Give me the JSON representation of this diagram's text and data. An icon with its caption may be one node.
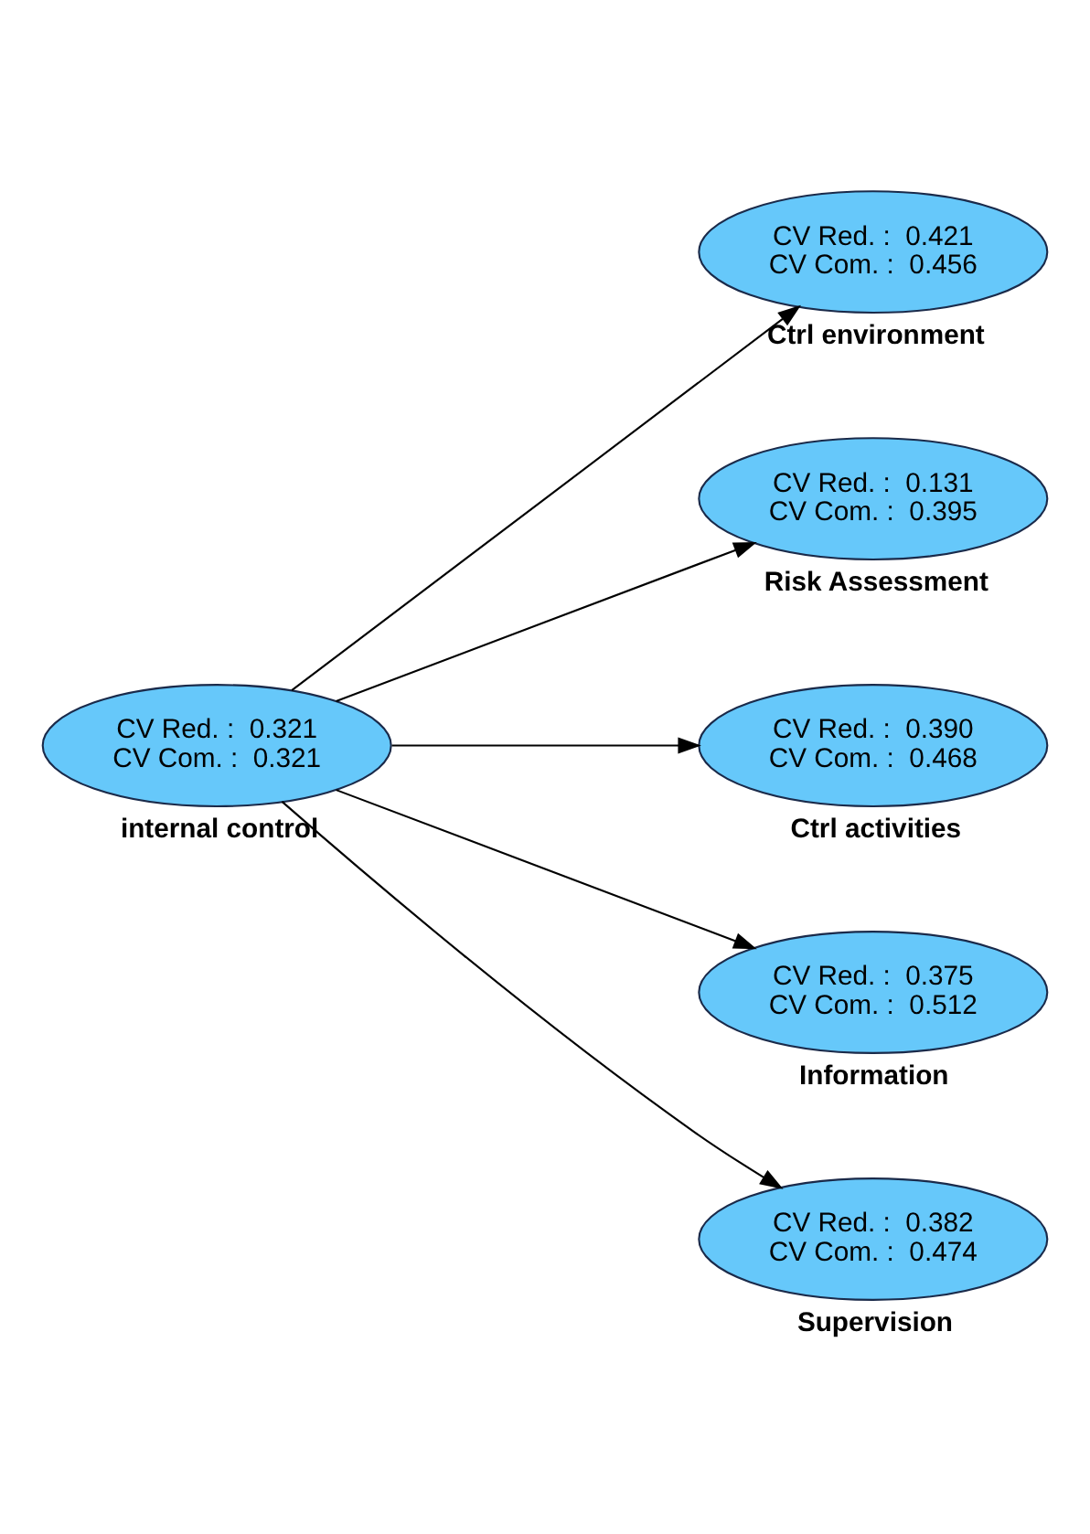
{
  "diagram": {
    "nodes": [
      {
        "text": [
          "CV Red. :  0.321",
          "CV Com. :  0.321",
          "internal control"
        ]
      },
      {
        "text": [
          "CV Red. :  0.421",
          "CV Com. :  0.456",
          "Ctrl environment"
        ]
      },
      {
        "text": [
          "CV Red. :  0.131",
          "CV Com. :  0.395",
          "Risk Assessment"
        ]
      },
      {
        "text": [
          "CV Red. :  0.390",
          "CV Com. :  0.468",
          "Ctrl activities"
        ]
      },
      {
        "text": [
          "CV Red. :  0.375",
          "CV Com. :  0.512",
          "Information"
        ]
      },
      {
        "text": [
          "CV Red. :  0.382",
          "CV Com. :  0.474",
          "Supervision"
        ]
      }
    ],
    "edges": [
      {
        "from": 0,
        "to": 1,
        "arrow": "to"
      },
      {
        "from": 0,
        "to": 2,
        "arrow": "to"
      },
      {
        "from": 0,
        "to": 3,
        "arrow": "to"
      },
      {
        "from": 0,
        "to": 4,
        "arrow": "to"
      },
      {
        "from": 0,
        "to": 5,
        "arrow": "to"
      }
    ]
  }
}
